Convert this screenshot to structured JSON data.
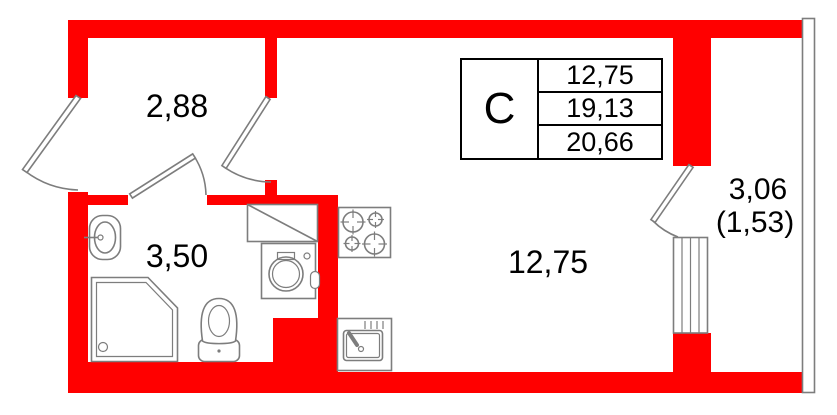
{
  "colors": {
    "wall": "#ff0000",
    "line": "#7d7d7d",
    "text": "#000000"
  },
  "info_table": {
    "type_label": "С",
    "values": [
      "12,75",
      "19,13",
      "20,66"
    ]
  },
  "rooms": {
    "hallway": {
      "area": "2,88"
    },
    "bathroom": {
      "area": "3,50"
    },
    "living": {
      "area": "12,75"
    },
    "balcony": {
      "area": "3,06",
      "area_reduced": "(1,53)"
    }
  }
}
